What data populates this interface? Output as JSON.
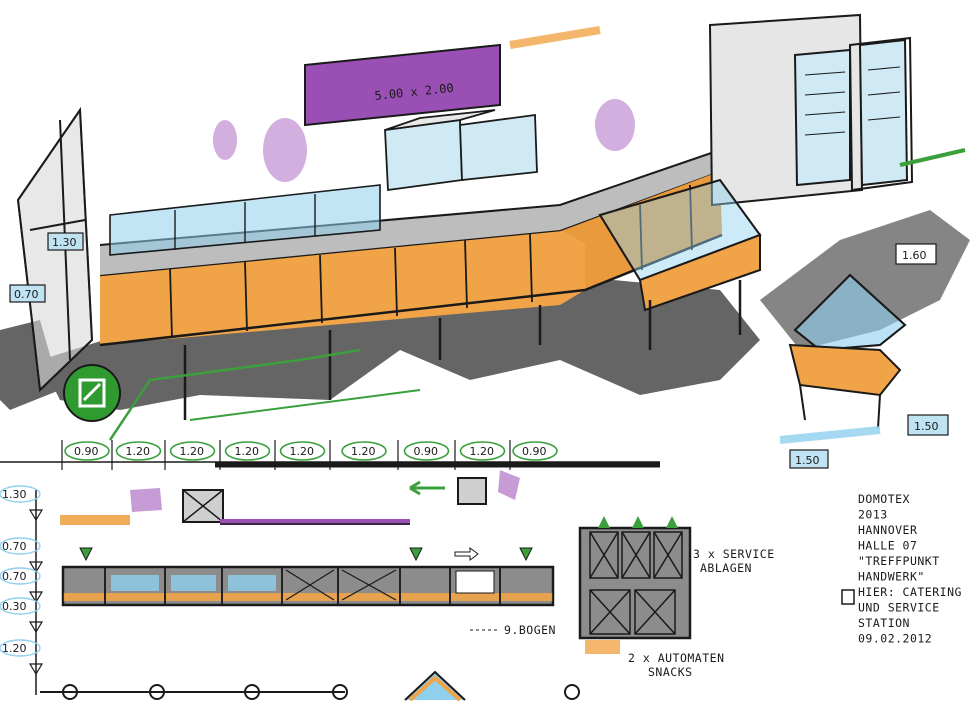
{
  "colors": {
    "ink": "#1a1a1a",
    "orange": "#f0a447",
    "purple": "#9a4fb5",
    "lilac": "#c79bd6",
    "blue": "#8fd0ee",
    "green": "#3ba03b",
    "grey": "#8c8c8c",
    "dark_grey": "#4a4a4a"
  },
  "banner": {
    "label": "5.00 x 2.00"
  },
  "perspective_dims": {
    "left_1": "1.30",
    "left_2": "0.70",
    "right_1": "1.60",
    "right_2": "1.50",
    "right_3": "1.50"
  },
  "plan_top_dims": [
    "0.90",
    "1.20",
    "1.20",
    "1.20",
    "1.20",
    "1.20",
    "0.90",
    "1.20",
    "0.90"
  ],
  "plan_left_dims": [
    "1.30",
    "0.70",
    "0.70",
    "0.30",
    "1.20"
  ],
  "plan_labels": {
    "bogen": "9.BOGEN",
    "service_ablagen": [
      "3 x SERVICE",
      "ABLAGEN"
    ],
    "automaten": [
      "2 x AUTOMATEN",
      "SNACKS"
    ]
  },
  "title_block": {
    "lines": [
      "DOMOTEX",
      "2013",
      "HANNOVER",
      "HALLE 07",
      "\"TREFFPUNKT",
      "HANDWERK\"",
      "HIER: CATERING",
      "UND SERVICE",
      "STATION",
      "09.02.2012"
    ]
  },
  "icons": {
    "exit_sign": "emergency-exit-icon"
  }
}
